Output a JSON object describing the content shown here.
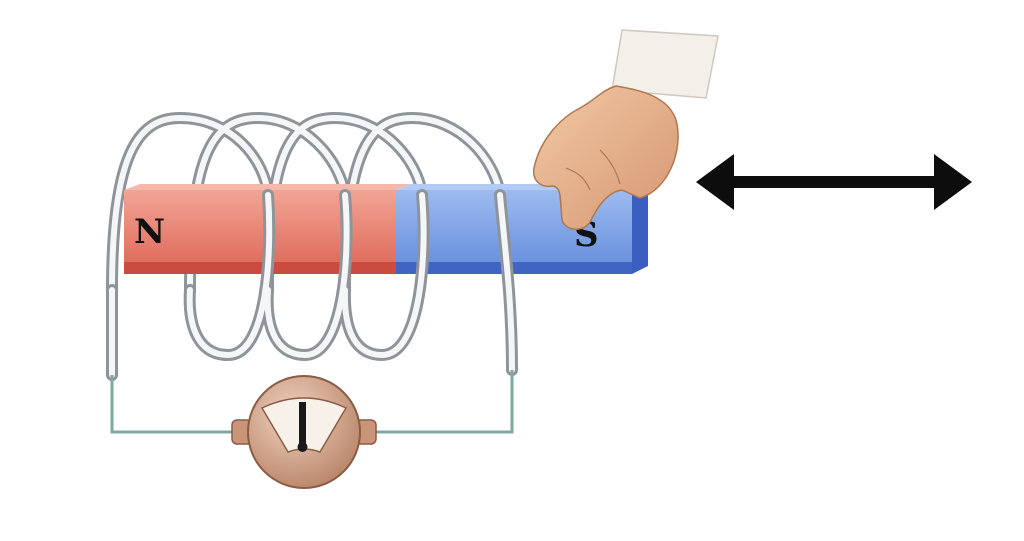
{
  "magnet": {
    "north_label": "N",
    "south_label": "S",
    "north_color": "#e8796a",
    "south_color": "#6e97e0"
  },
  "coil": {
    "turns": 4
  },
  "galvanometer": {
    "icon": "galvanometer-icon"
  },
  "motion": {
    "icon": "double-headed-arrow-icon",
    "direction": "left-right"
  },
  "hand": {
    "icon": "hand-icon"
  }
}
